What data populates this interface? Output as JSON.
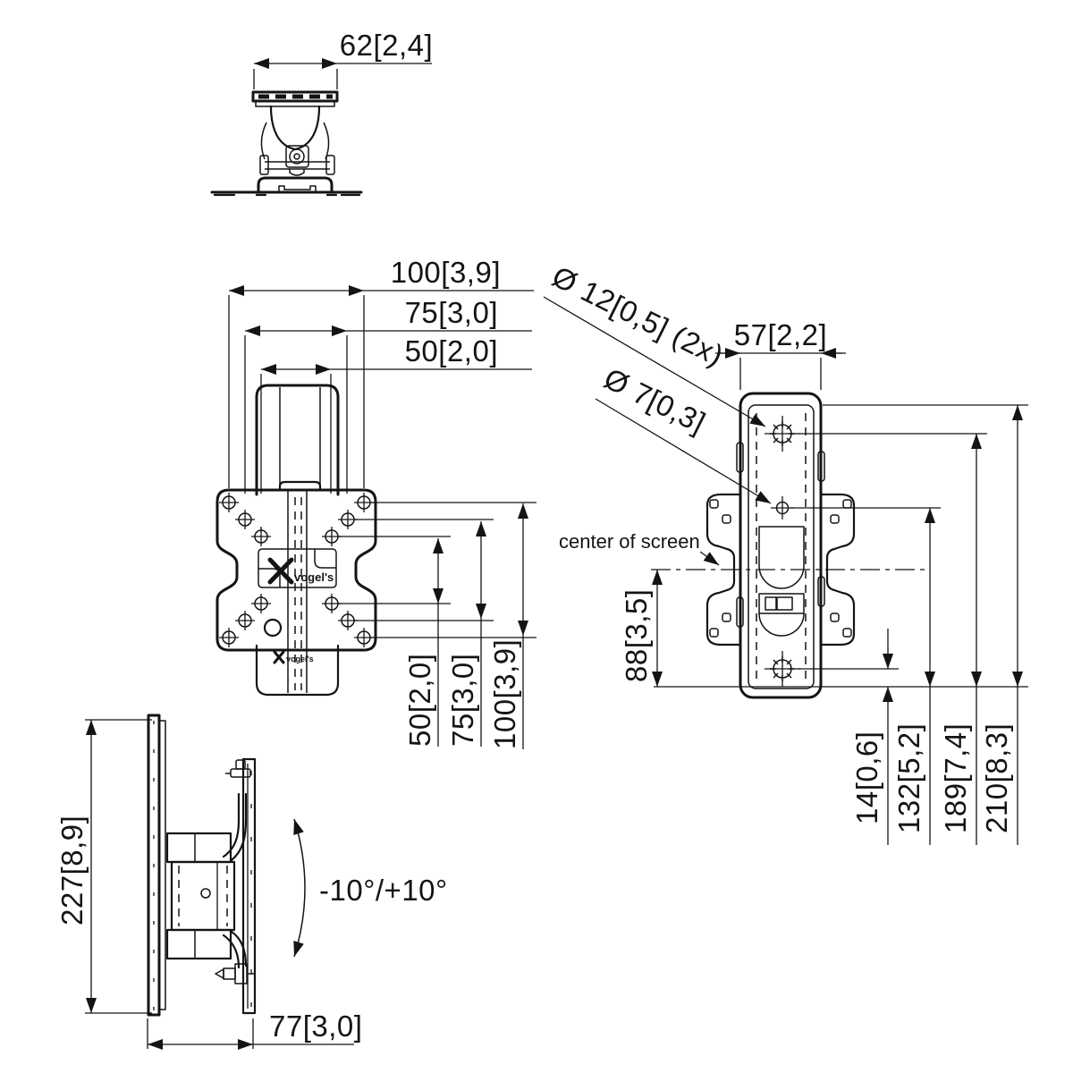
{
  "drawing": {
    "brand": "vogel's",
    "top_view": {
      "width": "62[2,4]"
    },
    "front_view": {
      "width_outer": "100[3,9]",
      "width_mid": "75[3,0]",
      "width_inner": "50[2,0]",
      "height_inner": "50[2,0]",
      "height_mid": "75[3,0]",
      "height_outer": "100[3,9]"
    },
    "right_view": {
      "width": "57[2,2]",
      "hole_large": "Ø 12[0,5]  (2x)",
      "hole_small": "Ø 7[0,3]",
      "center_of_screen": "center of screen",
      "center_to_bottom": "88[3,5]",
      "hole_to_bottom": "14[0,6]",
      "small_hole_height": "132[5,2]",
      "large_hole_height": "189[7,4]",
      "total_height": "210[8,3]"
    },
    "left_view": {
      "height": "227[8,9]",
      "tilt": "-10°/+10°",
      "depth": "77[3,0]"
    }
  }
}
